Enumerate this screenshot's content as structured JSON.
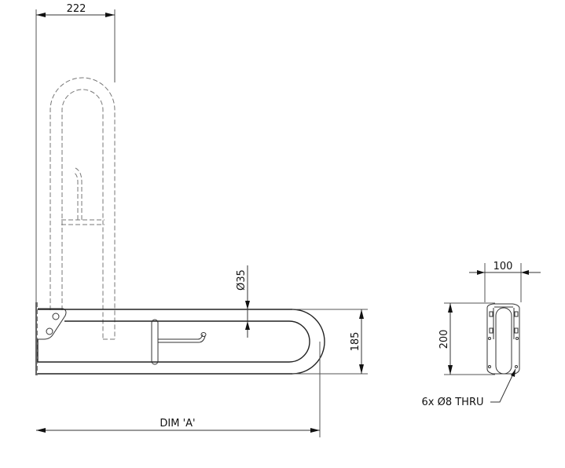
{
  "drawing": {
    "type": "technical-drawing",
    "subject": "hinged grab rail with toilet roll holder",
    "line_color": "#222222",
    "background": "#ffffff"
  },
  "dimensions": {
    "width_raised": "222",
    "tube_diameter": "Ø35",
    "rail_height": "185",
    "rail_length": "DIM 'A'",
    "plate_width": "100",
    "plate_height": "200",
    "fixing_holes": "6x Ø8 THRU"
  },
  "views": [
    {
      "name": "raised-position",
      "style": "hidden/dashed"
    },
    {
      "name": "lowered-position-side",
      "style": "solid"
    },
    {
      "name": "wall-plate-end-view",
      "style": "solid"
    }
  ]
}
